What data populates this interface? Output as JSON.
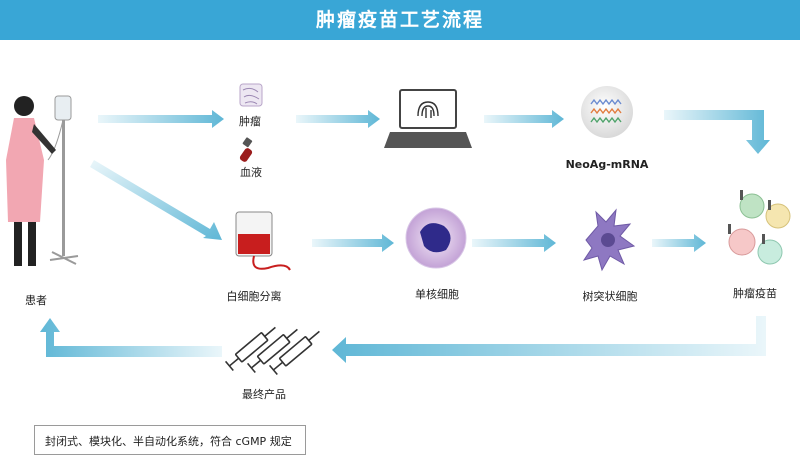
{
  "title": "肿瘤疫苗工艺流程",
  "nodes": {
    "patient": "患者",
    "tumor": "肿瘤",
    "blood": "血液",
    "mrna": "NeoAg-mRNA",
    "leukapheresis": "白细胞分离",
    "monocyte": "单核细胞",
    "dendritic": "树突状细胞",
    "vaccine": "肿瘤疫苗",
    "product": "最终产品"
  },
  "note": "封闭式、模块化、半自动化系统，符合 cGMP 规定",
  "colors": {
    "header": "#39a6d6",
    "arrow": "#5fb7d6",
    "arrow_light": "#e6f4f9",
    "gown": "#f2a7b2"
  },
  "icons": [
    "patient-icon",
    "tumor-icon",
    "blood-tube-icon",
    "laptop-fingerprint-icon",
    "mrna-icon",
    "blood-bag-icon",
    "monocyte-icon",
    "dendritic-cell-icon",
    "vaccine-cells-icon",
    "syringes-icon"
  ]
}
